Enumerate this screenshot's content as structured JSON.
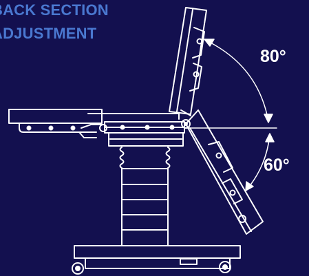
{
  "title": {
    "line1": "BACK SECTION",
    "line2": "ADJUSTMENT"
  },
  "angles": {
    "upper": "80°",
    "lower": "60°"
  },
  "colors": {
    "background": "#13104f",
    "title": "#4a78d0",
    "line": "#ffffff",
    "label": "#ffffff"
  }
}
